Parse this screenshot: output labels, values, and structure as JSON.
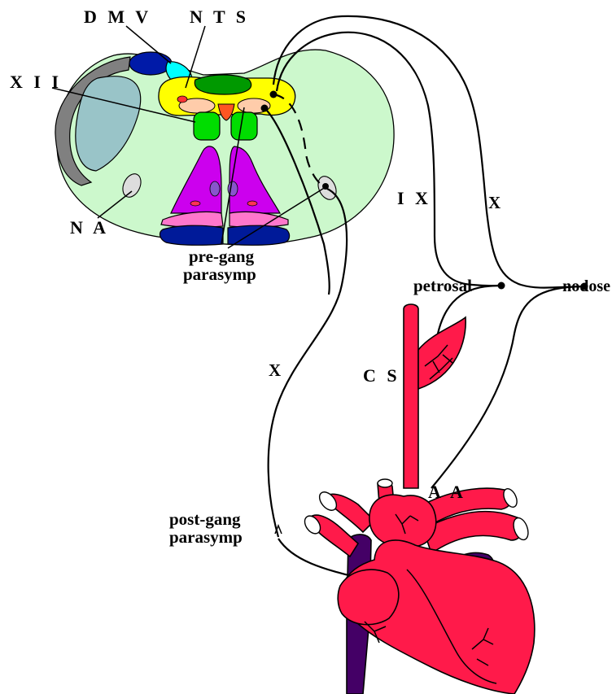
{
  "labels": {
    "dmv": "D M V",
    "nts": "N T S",
    "xii": "X I I",
    "na": "N A",
    "pregang_line1": "pre-gang",
    "pregang_line2": "parasymp",
    "ix": "I X",
    "x_top": "X",
    "x_left": "X",
    "petrosal": "petrosal",
    "nodose": "nodose",
    "cs": "C S",
    "aa": "A A",
    "postgang_line1": "post-gang",
    "postgang_line2": "parasymp"
  },
  "colors": {
    "medulla": "#ccf8cc",
    "nts": "#ffff00",
    "dmv": "#001aa8",
    "cyan": "#00ffff",
    "hypoglossal": "#00dd00",
    "dark_green": "#009900",
    "grey_tract": "#808080",
    "teal_nucleus": "#99c4c8",
    "purple": "#cc00ee",
    "pink": "#ff77cc",
    "navy": "#001a99",
    "peach": "#ffccaa",
    "orange": "#ff5522",
    "heart_red": "#ff1a4a",
    "vein": "#440066"
  }
}
